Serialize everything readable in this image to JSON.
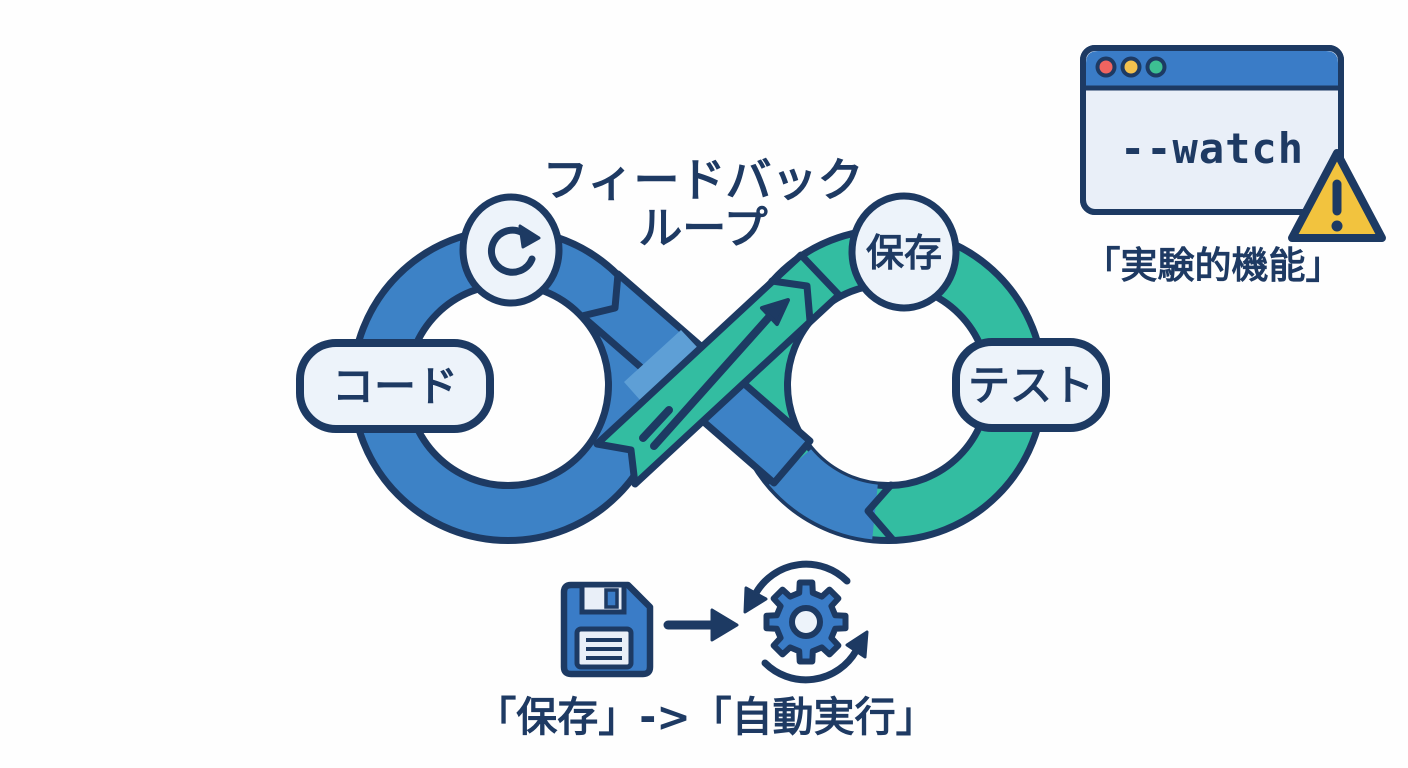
{
  "title": {
    "line1": "フィードバック",
    "line2": "ループ"
  },
  "loop": {
    "nodes": [
      {
        "id": "code",
        "label": "コード"
      },
      {
        "id": "save",
        "label": "保存"
      },
      {
        "id": "test",
        "label": "テスト"
      }
    ],
    "icons": [
      "refresh-icon",
      "feedback-arrow-icon"
    ],
    "colors": {
      "left_lobe": "#3d82c6",
      "right_lobe": "#33bda1",
      "outline": "#1d3a63",
      "node_fill": "#edf3fa",
      "strap_shade": "#5e9fd6"
    }
  },
  "watch_window": {
    "command": "--watch",
    "caption": "「実験的機能」",
    "icons": [
      "warning-icon"
    ],
    "traffic_lights": [
      {
        "name": "red",
        "color": "#ef6460"
      },
      {
        "name": "yellow",
        "color": "#f2c14e"
      },
      {
        "name": "green",
        "color": "#3dbf92"
      }
    ],
    "colors": {
      "titlebar": "#3a7cc7",
      "body": "#e9eff8",
      "warning_yellow": "#f2c33e"
    }
  },
  "save_flow": {
    "caption": "「保存」->「自動実行」",
    "icons": [
      "floppy-disk-icon",
      "arrow-right-icon",
      "gear-icon",
      "rotation-arrows-icon"
    ],
    "colors": {
      "icon_blue": "#3a7cc7"
    }
  }
}
